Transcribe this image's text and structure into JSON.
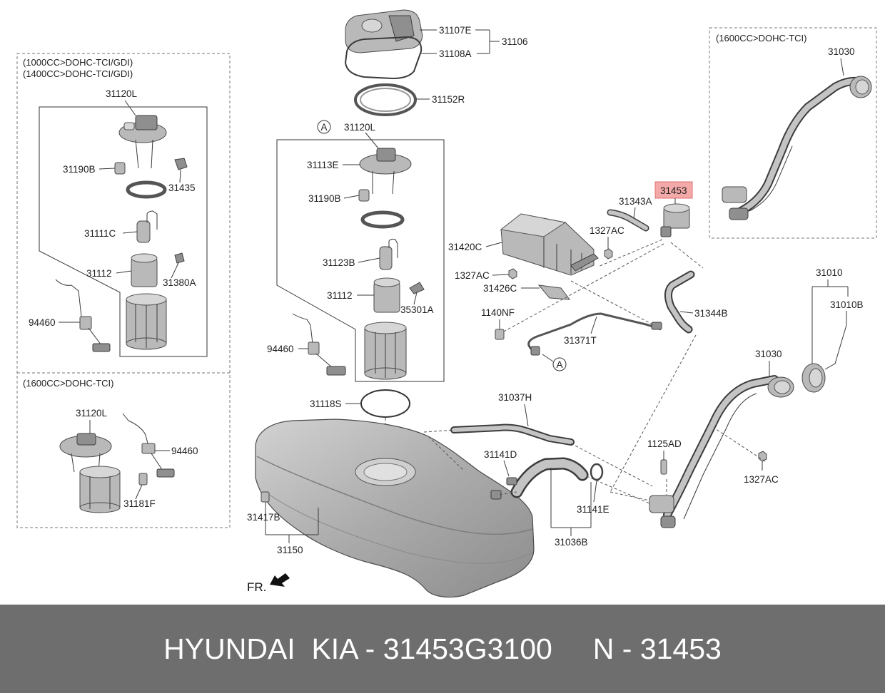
{
  "top_assembly": {
    "labels": [
      "31107E",
      "31106",
      "31108A",
      "31152R"
    ]
  },
  "left_box": {
    "engine_note_1": "(1000CC>DOHC-TCI/GDI)",
    "engine_note_2": "(1400CC>DOHC-TCI/GDI)",
    "labels": [
      "31120L",
      "31190B",
      "31435",
      "31111C",
      "31112",
      "31380A",
      "94460"
    ]
  },
  "left_lower_box": {
    "engine_note": "(1600CC>DOHC-TCI)",
    "labels": [
      "31120L",
      "94460",
      "31181F"
    ]
  },
  "center_box": {
    "ref_marker": "A",
    "labels": [
      "31120L",
      "31113E",
      "31190B",
      "31123B",
      "31112",
      "35301A",
      "94460"
    ]
  },
  "tank": {
    "labels": [
      "31118S",
      "31417B",
      "31150"
    ],
    "front_marker": "FR."
  },
  "vapor_system": {
    "highlighted_part": "31453",
    "labels": [
      "31343A",
      "1327AC",
      "31420C",
      "1327AC",
      "31426C",
      "1140NF",
      "31371T",
      "31344B"
    ],
    "ref_marker": "A"
  },
  "right_top_box": {
    "engine_note": "(1600CC>DOHC-TCI)",
    "labels": [
      "31030"
    ]
  },
  "filler": {
    "labels": [
      "31010",
      "31010B",
      "31030",
      "1125AD",
      "1327AC"
    ]
  },
  "hoses": {
    "labels": [
      "31037H",
      "31141D",
      "31141E",
      "31036B"
    ]
  },
  "footer": {
    "text": "HYUNDAI  KIA - 31453G3100     N - 31453"
  },
  "colors": {
    "highlight": "#f08c8c",
    "footer_bg": "#6e6e6e",
    "footer_text": "#ffffff"
  }
}
